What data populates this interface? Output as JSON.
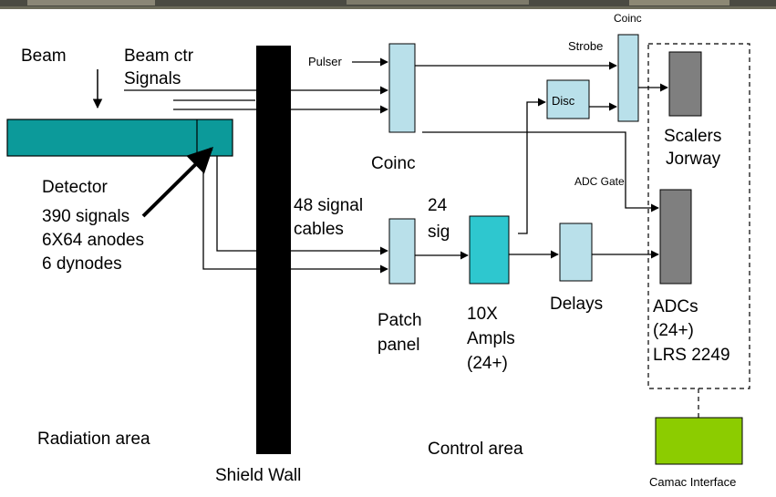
{
  "labels": {
    "beam": "Beam",
    "beam_ctr_line1": "Beam ctr",
    "beam_ctr_line2": "Signals",
    "pulser": "Pulser",
    "coinc_top": "Coinc",
    "strobe": "Strobe",
    "disc": "Disc",
    "coinc_mid": "Coinc",
    "scalers_line1": "Scalers",
    "scalers_line2": "Jorway",
    "adc_gate": "ADC Gate",
    "detector_lines": [
      "Detector",
      "390 signals",
      "6X64 anodes",
      "6 dynodes"
    ],
    "cables_line1": "48 signal",
    "cables_line2": "cables",
    "sig24_line1": "24",
    "sig24_line2": "sig",
    "patch_line1": "Patch",
    "patch_line2": "panel",
    "amps_lines": [
      "10X",
      "Ampls",
      "(24+)"
    ],
    "delays": "Delays",
    "adcs_lines": [
      "ADCs",
      "(24+)",
      "LRS 2249"
    ],
    "radiation_area": "Radiation area",
    "control_area": "Control area",
    "shield_wall": "Shield Wall",
    "camac": "Camac Interface"
  },
  "colors": {
    "detector_fill": "#0c9a9a",
    "box_fill": "#b9e0ea",
    "amp_fill": "#2ec7cf",
    "module_fill": "#7f7f7f",
    "camac_fill": "#8ccc00",
    "wall_fill": "#000000"
  }
}
